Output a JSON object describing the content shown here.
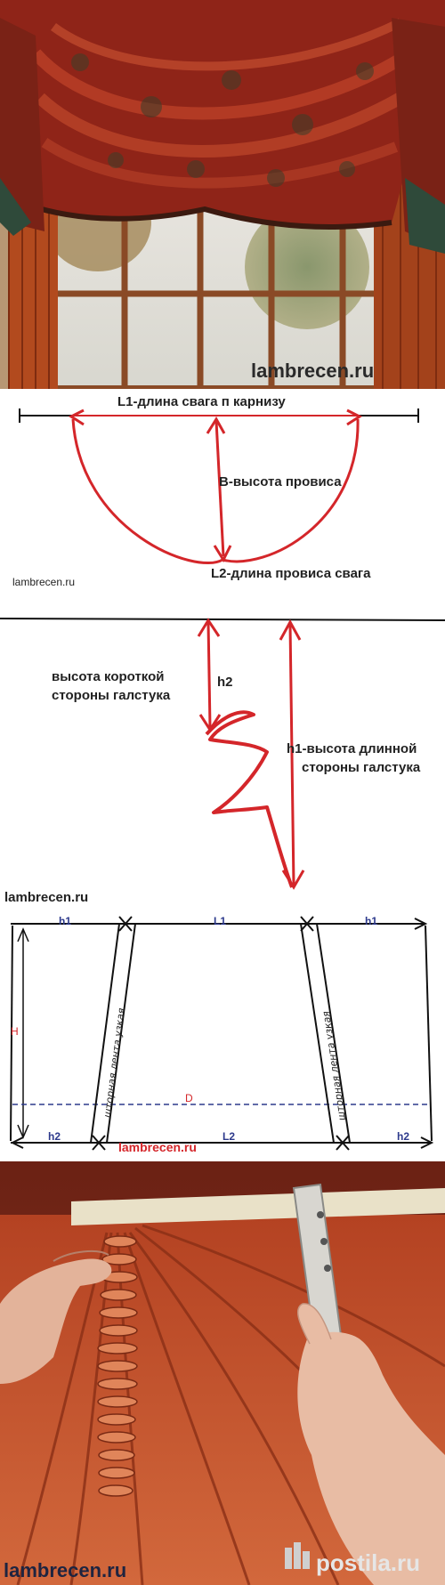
{
  "watermark": "lambrecen.ru",
  "panel1": {
    "watermark": "lambrecen.ru"
  },
  "panel2": {
    "l1_label": "L1-длина свага п карнизу",
    "b_label": "В-высота провиса",
    "l2_label": "L2-длина провиса свага",
    "watermark": "lambrecen.ru"
  },
  "panel3": {
    "short_side_line1": "высота короткой",
    "short_side_line2": "стороны галстука",
    "h2_label": "h2",
    "long_side_line1": "h1-высота длинной",
    "long_side_line2": "стороны галстука",
    "watermark": "lambrecen.ru"
  },
  "panel4": {
    "h1_left": "h1",
    "l1": "L1",
    "h1_right": "h1",
    "h": "H",
    "d": "D",
    "h2_left": "h2",
    "l2": "L2",
    "h2_right": "h2",
    "tape_left": "шторная лента узкая",
    "tape_right": "шторная лента узкая",
    "watermark": "lambrecen.ru"
  },
  "panel5": {
    "brand": "postila.ru",
    "watermark": "lambrecen.ru"
  },
  "colors": {
    "red": "#d4262a",
    "blue": "#2d3a8c",
    "curtain": "#c4512a"
  }
}
